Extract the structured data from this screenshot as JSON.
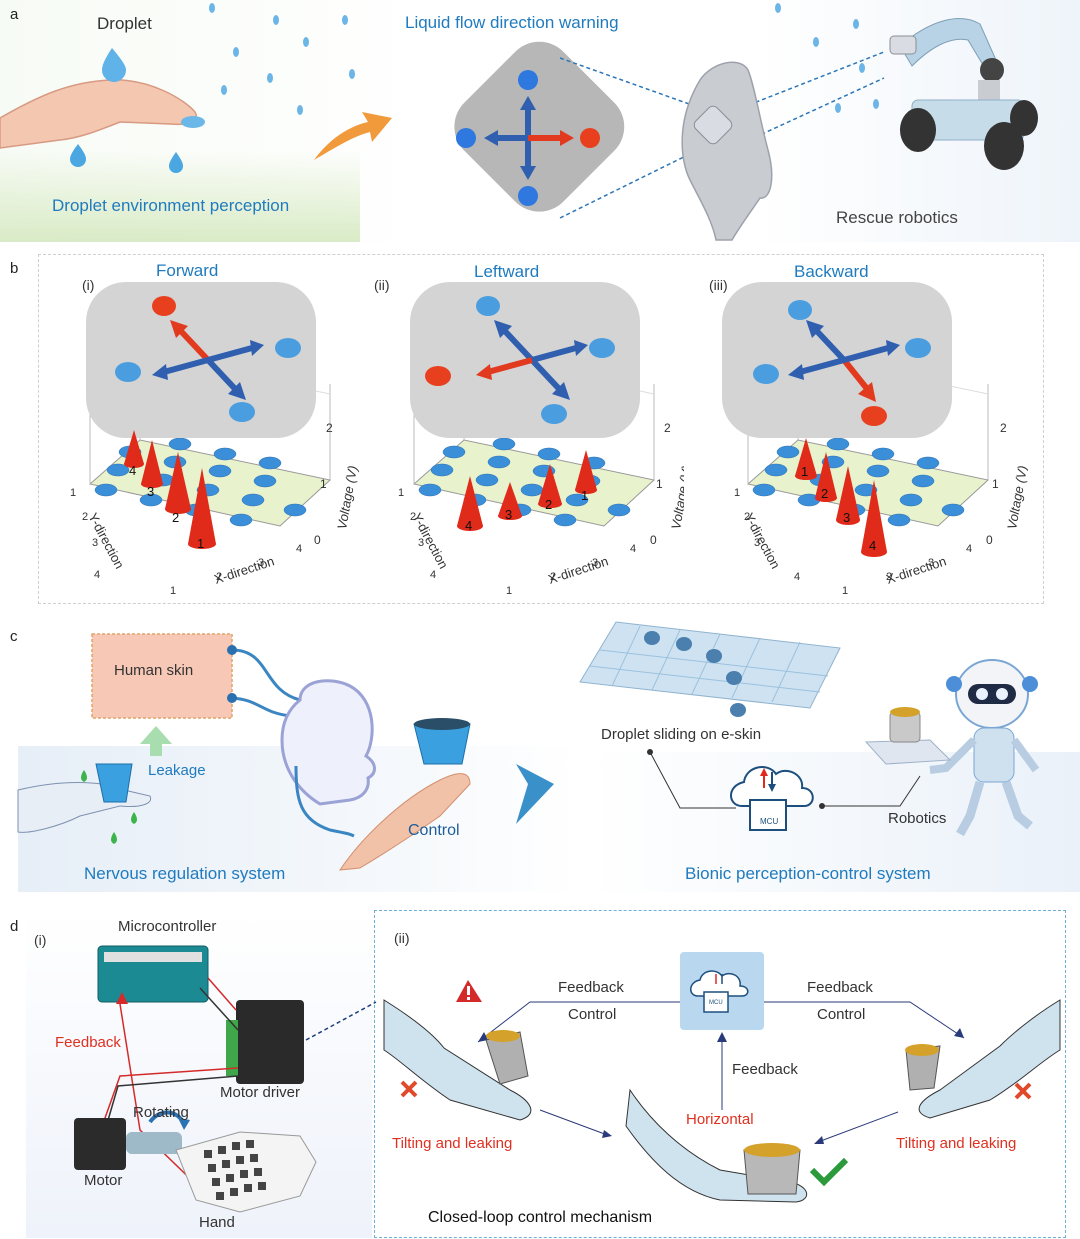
{
  "panel_letters": {
    "a": "a",
    "b": "b",
    "c": "c",
    "d": "d"
  },
  "panel_a": {
    "droplet": "Droplet",
    "droplet_env": "Droplet environment perception",
    "warning": "Liquid flow direction warning",
    "rescue": "Rescue robotics"
  },
  "panel_b": {
    "plots": [
      {
        "roman": "(i)",
        "title": "Forward",
        "peaks": [
          "4",
          "3",
          "2",
          "1"
        ]
      },
      {
        "roman": "(ii)",
        "title": "Leftward",
        "peaks": [
          "4",
          "3",
          "2",
          "1"
        ]
      },
      {
        "roman": "(iii)",
        "title": "Backward",
        "peaks": [
          "1",
          "2",
          "3",
          "4"
        ]
      }
    ],
    "x_axis": "X-direction",
    "y_axis": "Y-direction",
    "z_axis": "Voltage (V)",
    "z_ticks": [
      "0",
      "1",
      "2"
    ],
    "x_ticks": [
      "1",
      "2",
      "3",
      "4"
    ],
    "y_ticks": [
      "1",
      "2",
      "3",
      "4"
    ]
  },
  "panel_c": {
    "human_skin": "Human skin",
    "leakage": "Leakage",
    "control": "Control",
    "nervous": "Nervous regulation system",
    "sliding": "Droplet sliding on e-skin",
    "mcu": "MCU",
    "robotics": "Robotics",
    "bionic": "Bionic perception-control system"
  },
  "panel_d": {
    "i": "(i)",
    "ii": "(ii)",
    "microcontroller": "Microcontroller",
    "feedback_red": "Feedback",
    "motor_driver": "Motor driver",
    "rotating": "Rotating",
    "motor": "Motor",
    "hand": "Hand",
    "feedback_left": "Feedback",
    "control_left": "Control",
    "feedback_right": "Feedback",
    "control_right": "Control",
    "feedback_mid": "Feedback",
    "horizontal": "Horizontal",
    "tilting_left": "Tilting and leaking",
    "tilting_right": "Tilting and leaking",
    "closed_loop": "Closed-loop control mechanism",
    "mcu": "MCU"
  },
  "colors": {
    "accent_blue": "#1f7bbf",
    "warn_red": "#e03020",
    "dot_blue": "#3a8fd8",
    "dot_red": "#e8401f",
    "cone_red": "#e02a1a"
  }
}
